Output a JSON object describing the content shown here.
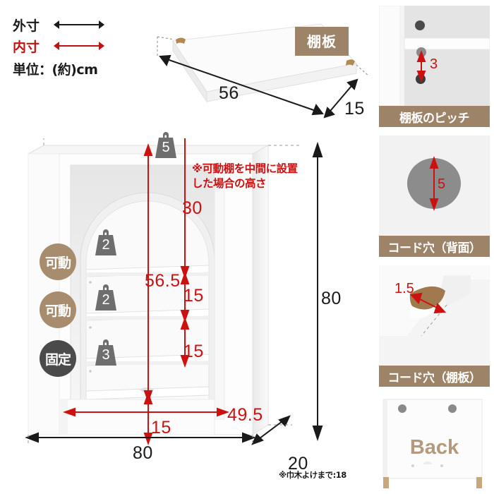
{
  "legend": {
    "outer_label": "外寸",
    "inner_label": "内寸",
    "unit_label": "単位：(約)cm",
    "outer_icon": "double-arrow-black-icon",
    "inner_icon": "double-arrow-red-icon",
    "outer_color": "#1a1a1a",
    "inner_color": "#c0120f"
  },
  "shelf_board": {
    "badge": "棚板",
    "length": "56",
    "depth": "15",
    "badge_color": "#9d8469"
  },
  "cabinet": {
    "note": "※可動棚を中間に設置した場合の高さ",
    "top_weight": "5",
    "shelves": [
      {
        "badge": "可動",
        "weight": "2",
        "type": "movable"
      },
      {
        "badge": "可動",
        "weight": "2",
        "type": "movable"
      },
      {
        "badge": "固定",
        "weight": "3",
        "type": "fixed"
      }
    ],
    "dims": {
      "arch_top_to_shelf": "30",
      "inner_total_height": "56.5",
      "shelf_gap_upper": "15",
      "shelf_gap_lower": "15",
      "inner_width": "49.5",
      "bottom_inner_height": "15",
      "outer_width": "80",
      "outer_height": "80",
      "depth": "20",
      "depth_footnote": "※巾木よけまで:18"
    },
    "badge_movable_color": "#a88c6e",
    "badge_fixed_color": "#4a4a4a",
    "dim_red": "#cc1111",
    "dim_black": "#1a1a1a"
  },
  "details": [
    {
      "title": "棚板のピッチ",
      "value": "3",
      "icon": "shelf-pitch-icon"
    },
    {
      "title": "コード穴（背面）",
      "value": "5",
      "icon": "cord-hole-back-icon"
    },
    {
      "title": "コード穴（棚板）",
      "value": "1.5",
      "icon": "cord-hole-shelf-icon"
    },
    {
      "title": "Back",
      "value": "",
      "icon": "back-panel-icon"
    }
  ]
}
